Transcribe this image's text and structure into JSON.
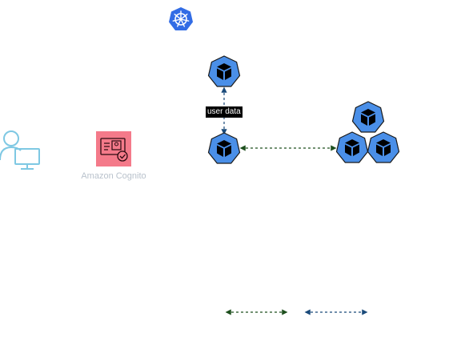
{
  "diagram": {
    "nodes": {
      "kubernetes": {
        "icon": "kubernetes-icon"
      },
      "user": {
        "icon": "user-desktop-icon"
      },
      "cognito": {
        "label": "Amazon Cognito",
        "icon": "amazon-cognito-icon"
      },
      "pod_top": {
        "icon": "pod-cube-icon"
      },
      "pod_mid": {
        "icon": "pod-cube-icon"
      },
      "pod_cluster": {
        "icon": "pod-cube-icon",
        "count": 3
      }
    },
    "edges": {
      "pod_link": {
        "label": "user data",
        "style": "dashed",
        "color": "#1a4a7a"
      },
      "pod_to_cluster": {
        "style": "dashed",
        "color": "#1d4f1d"
      }
    },
    "legend": {
      "green_line": {
        "color": "#1d4f1d",
        "style": "dashed"
      },
      "blue_line": {
        "color": "#1a4a7a",
        "style": "dashed"
      }
    }
  },
  "colors": {
    "pod_fill": "#4a8fe8",
    "pod_stroke": "#000000",
    "k8s_blue": "#326ce5",
    "cognito_pink": "#f47a8a",
    "user_blue": "#7ec8e3"
  }
}
